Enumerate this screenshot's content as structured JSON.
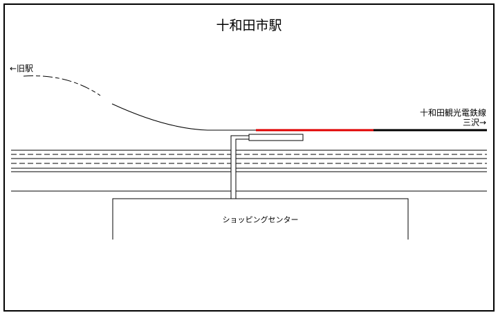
{
  "diagram": {
    "title": "十和田市駅",
    "old_station_label": "←旧駅",
    "line_name": "十和田観光電鉄線",
    "next_station_label": "三沢→",
    "building_label": "ショッピングセンター",
    "colors": {
      "platform_track": "#e00000",
      "track": "#000000",
      "background": "#ffffff"
    }
  }
}
